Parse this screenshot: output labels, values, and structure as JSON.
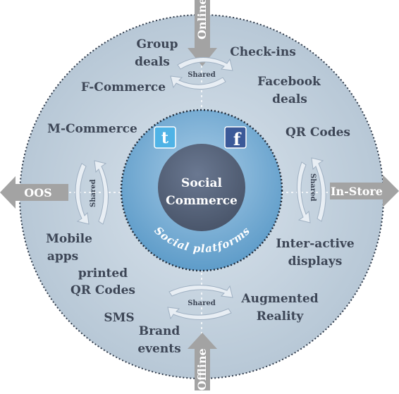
{
  "center": {
    "line1": "Social",
    "line2": "Commerce"
  },
  "ring_label": "Social platforms",
  "axes": {
    "top": "Online",
    "bottom": "Offline",
    "left": "OOS",
    "right": "In-Store"
  },
  "shared_label": "Shared",
  "icons": {
    "twitter": "t",
    "facebook": "f"
  },
  "labels": {
    "group_deals": [
      "Group",
      "deals"
    ],
    "check_ins": "Check-ins",
    "facebook_deals": [
      "Facebook",
      "deals"
    ],
    "f_commerce": "F-Commerce",
    "m_commerce": "M-Commerce",
    "qr_codes": "QR Codes",
    "mobile_apps": [
      "Mobile",
      "apps"
    ],
    "printed_qr": [
      "printed",
      "QR Codes"
    ],
    "sms": "SMS",
    "brand_events": [
      "Brand",
      "events"
    ],
    "interactive_displays": [
      "Inter-active",
      "displays"
    ],
    "augmented_reality": [
      "Augmented",
      "Reality"
    ]
  },
  "colors": {
    "outer": "#b9c8d6",
    "middle": "#6fa6cd",
    "core": "#566379",
    "text": "#3d4656",
    "arrow": "#a3a3a3",
    "twitter": "#4fb3e6",
    "facebook": "#3b5998"
  }
}
